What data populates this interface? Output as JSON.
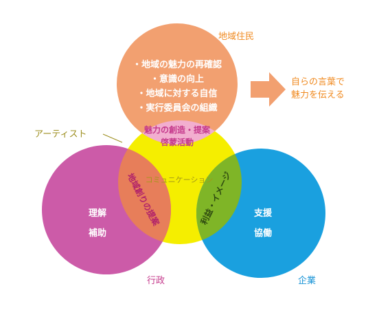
{
  "labels": {
    "residents": "地域住民",
    "artist": "アーティスト",
    "government": "行政",
    "company": "企業",
    "communication": "コミュニケーション",
    "arrow_text": [
      "自らの言葉で",
      "魅力を伝える"
    ]
  },
  "residents_items": [
    "・地域の魅力の再確認",
    "・意識の向上",
    "・地域に対する自信",
    "・実行委員会の組織"
  ],
  "overlap_top": [
    "魅力の創造・提案",
    "啓蒙活動"
  ],
  "overlap_left": "地域創りの提案",
  "overlap_right": "利益・イメージ",
  "government_text": [
    "理解",
    "補助"
  ],
  "company_text": [
    "支援",
    "協働"
  ],
  "colors": {
    "residents": "#F2A070",
    "artist": "#F5EE00",
    "government": "#CC5BA8",
    "company": "#1AA0DF",
    "overlap_top": "#F2AECF",
    "overlap_left": "#E77E5A",
    "overlap_right": "#7FB527",
    "label_orange": "#F08A20",
    "label_olive": "#9C8E1E",
    "label_pink": "#C4388B",
    "label_blue": "#1592D6",
    "arrow": "#F2A070"
  }
}
